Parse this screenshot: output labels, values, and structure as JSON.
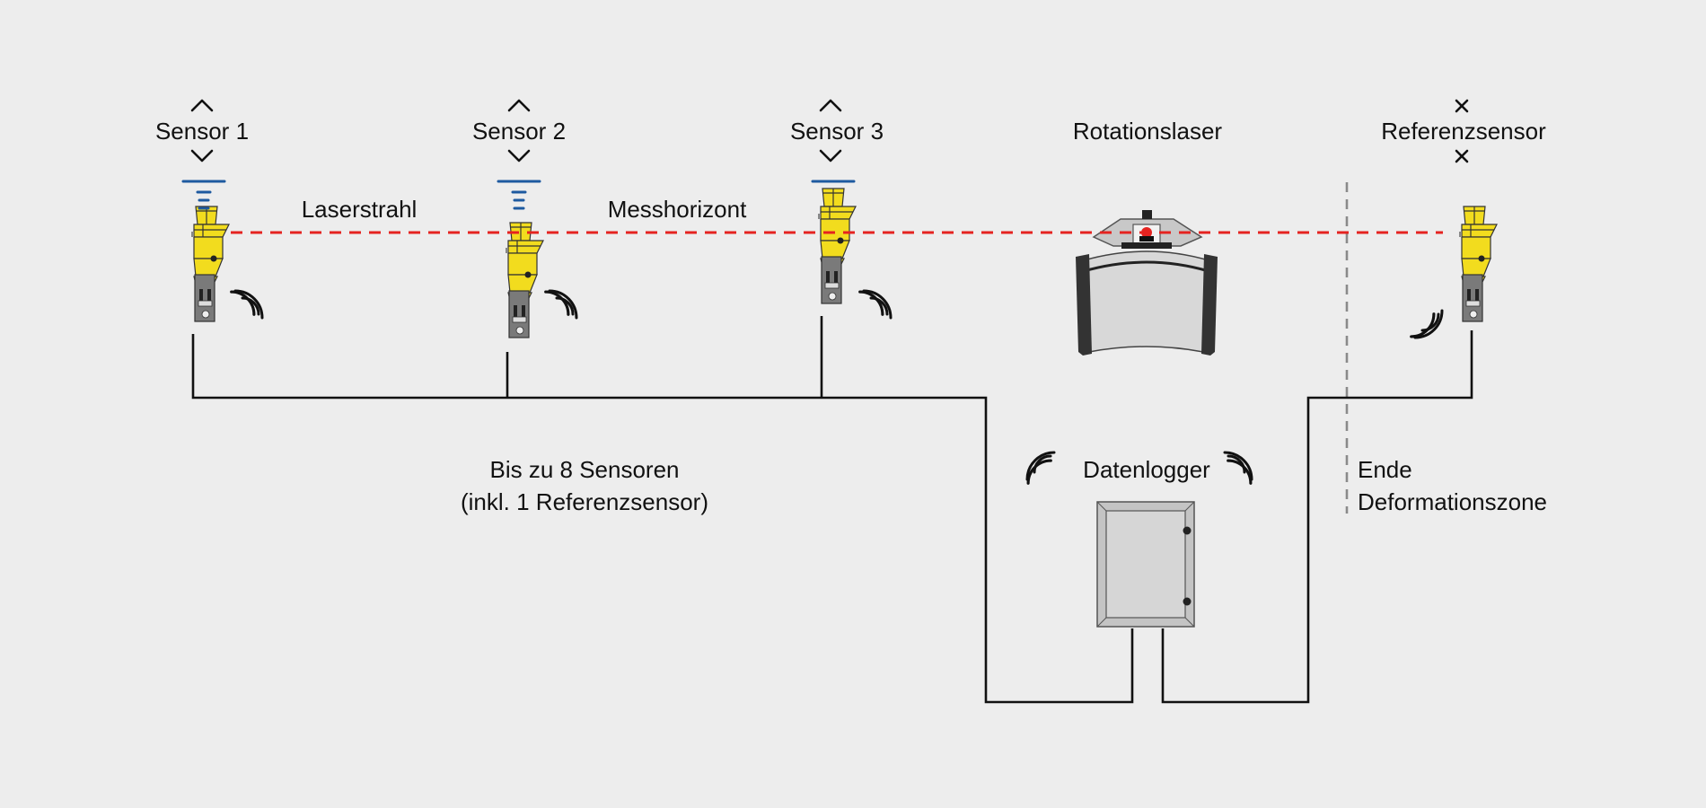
{
  "sensors": [
    {
      "label": "Sensor 1",
      "marker": "up-down-chevron-icon"
    },
    {
      "label": "Sensor 2",
      "marker": "up-down-chevron-icon"
    },
    {
      "label": "Sensor 3",
      "marker": "up-down-chevron-icon"
    }
  ],
  "reference_sensor": {
    "label": "Referenzsensor",
    "marker": "x-mark-icon"
  },
  "rotation_laser": {
    "label": "Rotationslaser"
  },
  "beam_labels": {
    "laser_beam": "Laserstrahl",
    "measuring_horizon": "Messhorizont"
  },
  "datalogger": {
    "label": "Datenlogger"
  },
  "sensor_note": {
    "line1": "Bis zu 8 Sensoren",
    "line2": "(inkl. 1 Referenzsensor)"
  },
  "deformation_zone": {
    "line1": "Ende",
    "line2": "Deformationszone"
  },
  "colors": {
    "background": "#ededed",
    "laser": "#e52320",
    "sensor_body": "#f2dc1e",
    "scale": "#1e5aa0",
    "wire": "#111111",
    "zone_line": "#8a8a8a"
  }
}
